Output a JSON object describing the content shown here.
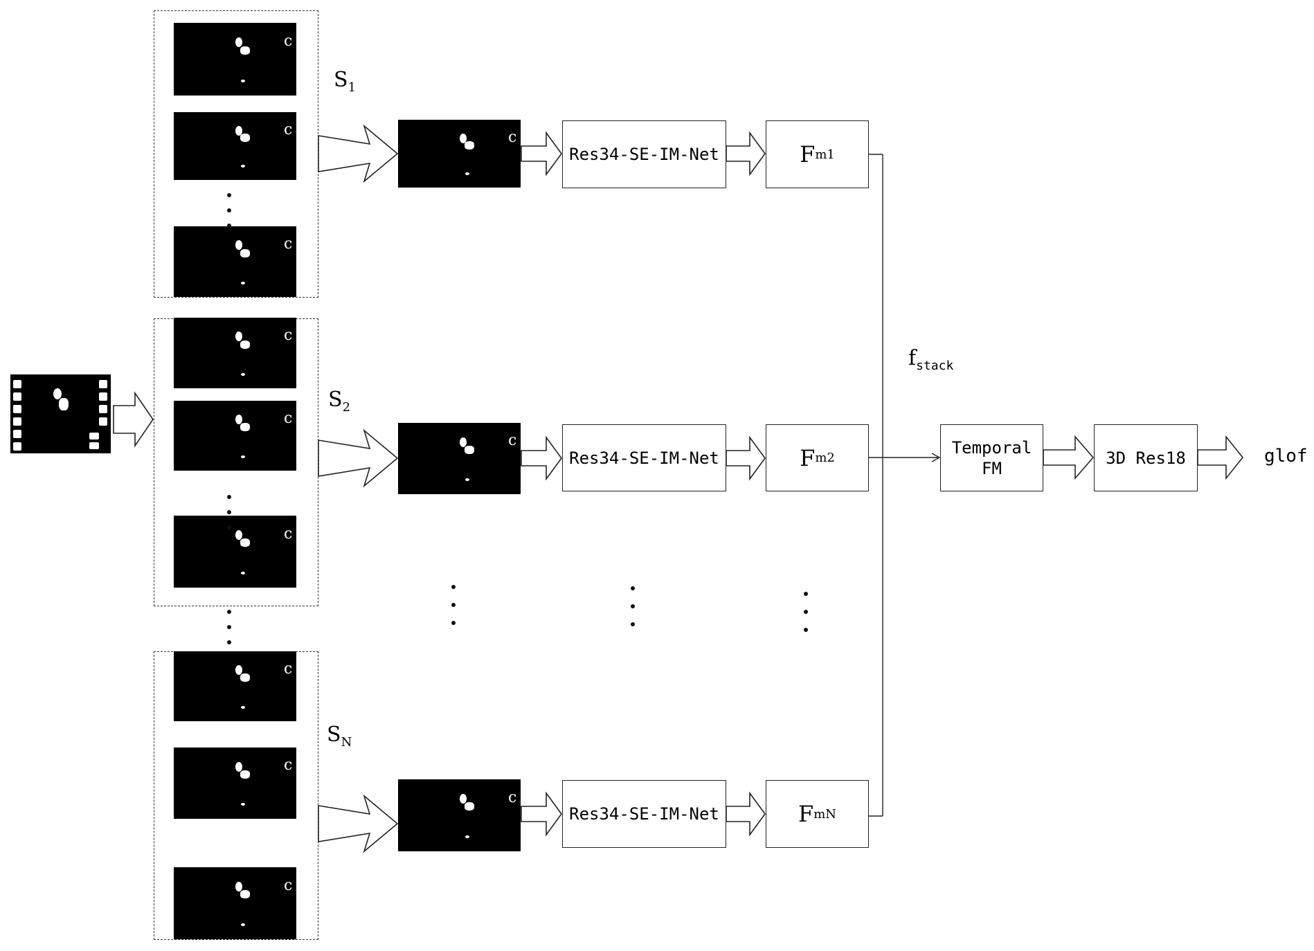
{
  "diagram": {
    "input": {
      "icon": "video-film-icon"
    },
    "segments": [
      {
        "label_main": "S",
        "label_sub": "1"
      },
      {
        "label_main": "S",
        "label_sub": "2"
      },
      {
        "label_main": "S",
        "label_sub": "N"
      }
    ],
    "branches": [
      {
        "network": "Res34-SE-IM-Net",
        "feature_main": "F",
        "feature_sub": "m1"
      },
      {
        "network": "Res34-SE-IM-Net",
        "feature_main": "F",
        "feature_sub": "m2"
      },
      {
        "network": "Res34-SE-IM-Net",
        "feature_main": "F",
        "feature_sub": "mN"
      }
    ],
    "stack_label_main": "f",
    "stack_label_sub": "stack",
    "temporal_line1": "Temporal",
    "temporal_line2": "FM",
    "res3d": "3D Res18",
    "output": "glof"
  }
}
